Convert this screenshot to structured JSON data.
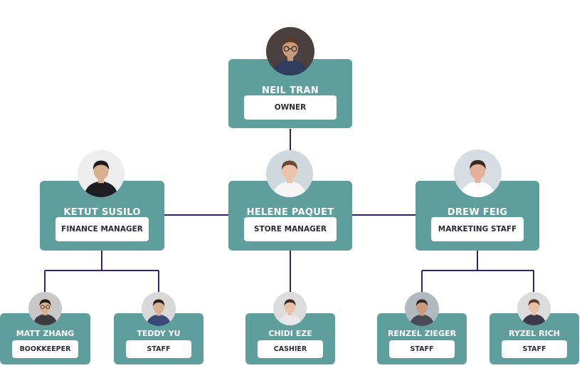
{
  "people": [
    {
      "name": "NEIL TRAN",
      "role": "OWNER",
      "skin": "#c99a7c",
      "hair": "#5a3a28",
      "shirt": "#2e3e5c",
      "bg": "#4a4040",
      "glasses": true
    },
    {
      "name": "KETUT SUSILO",
      "role": "FINANCE MANAGER",
      "skin": "#d7b08f",
      "hair": "#1e1a18",
      "shirt": "#1d1d22",
      "bg": "#eeeeee",
      "glasses": false
    },
    {
      "name": "HELENE PAQUET",
      "role": "STORE MANAGER",
      "skin": "#ecc3a8",
      "hair": "#6b4a32",
      "shirt": "#f5f5f5",
      "bg": "#cfd8dc",
      "glasses": false
    },
    {
      "name": "DREW FEIG",
      "role": "MARKETING STAFF",
      "skin": "#e2b196",
      "hair": "#3a2a20",
      "shirt": "#ffffff",
      "bg": "#d8dde5",
      "glasses": false
    },
    {
      "name": "MATT ZHANG",
      "role": "BOOKKEEPER",
      "skin": "#d7b08f",
      "hair": "#1e1a18",
      "shirt": "#3b3b40",
      "bg": "#c8c8c8",
      "glasses": true
    },
    {
      "name": "TEDDY YU",
      "role": "STAFF",
      "skin": "#d7b08f",
      "hair": "#2a2420",
      "shirt": "#3a4a78",
      "bg": "#d8d8d8",
      "glasses": false
    },
    {
      "name": "CHIDI EZE",
      "role": "CASHIER",
      "skin": "#e8c0a4",
      "hair": "#3a2a22",
      "shirt": "#e8e8e8",
      "bg": "#dcdcdc",
      "glasses": false
    },
    {
      "name": "RENZEL ZIEGER",
      "role": "STAFF",
      "skin": "#c99a7c",
      "hair": "#3a2a20",
      "shirt": "#4a4a55",
      "bg": "#b0b8c0",
      "glasses": false
    },
    {
      "name": "RYZEL RICH",
      "role": "STAFF",
      "skin": "#e8c0a4",
      "hair": "#5a3a28",
      "shirt": "#3a3a4a",
      "bg": "#dcdcdc",
      "glasses": false
    }
  ],
  "colors": {
    "card": "#5e9e9c",
    "line": "#2d2370",
    "role_text": "#2a2a3a"
  }
}
